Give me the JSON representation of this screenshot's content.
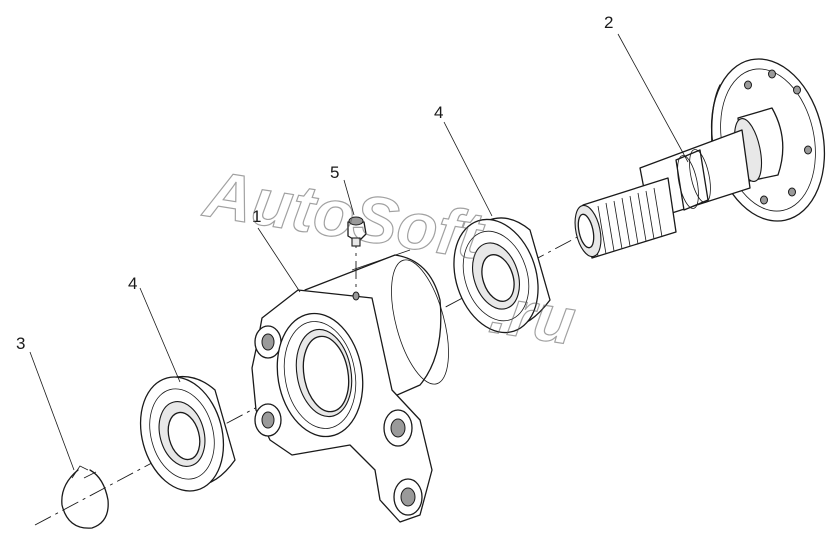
{
  "watermark": {
    "line1": "AutoSoft",
    "line2": ".ru"
  },
  "callouts": [
    {
      "id": "callout-1",
      "label": "1"
    },
    {
      "id": "callout-2",
      "label": "2"
    },
    {
      "id": "callout-3",
      "label": "3"
    },
    {
      "id": "callout-4a",
      "label": "4"
    },
    {
      "id": "callout-4b",
      "label": "4"
    },
    {
      "id": "callout-5",
      "label": "5"
    }
  ]
}
